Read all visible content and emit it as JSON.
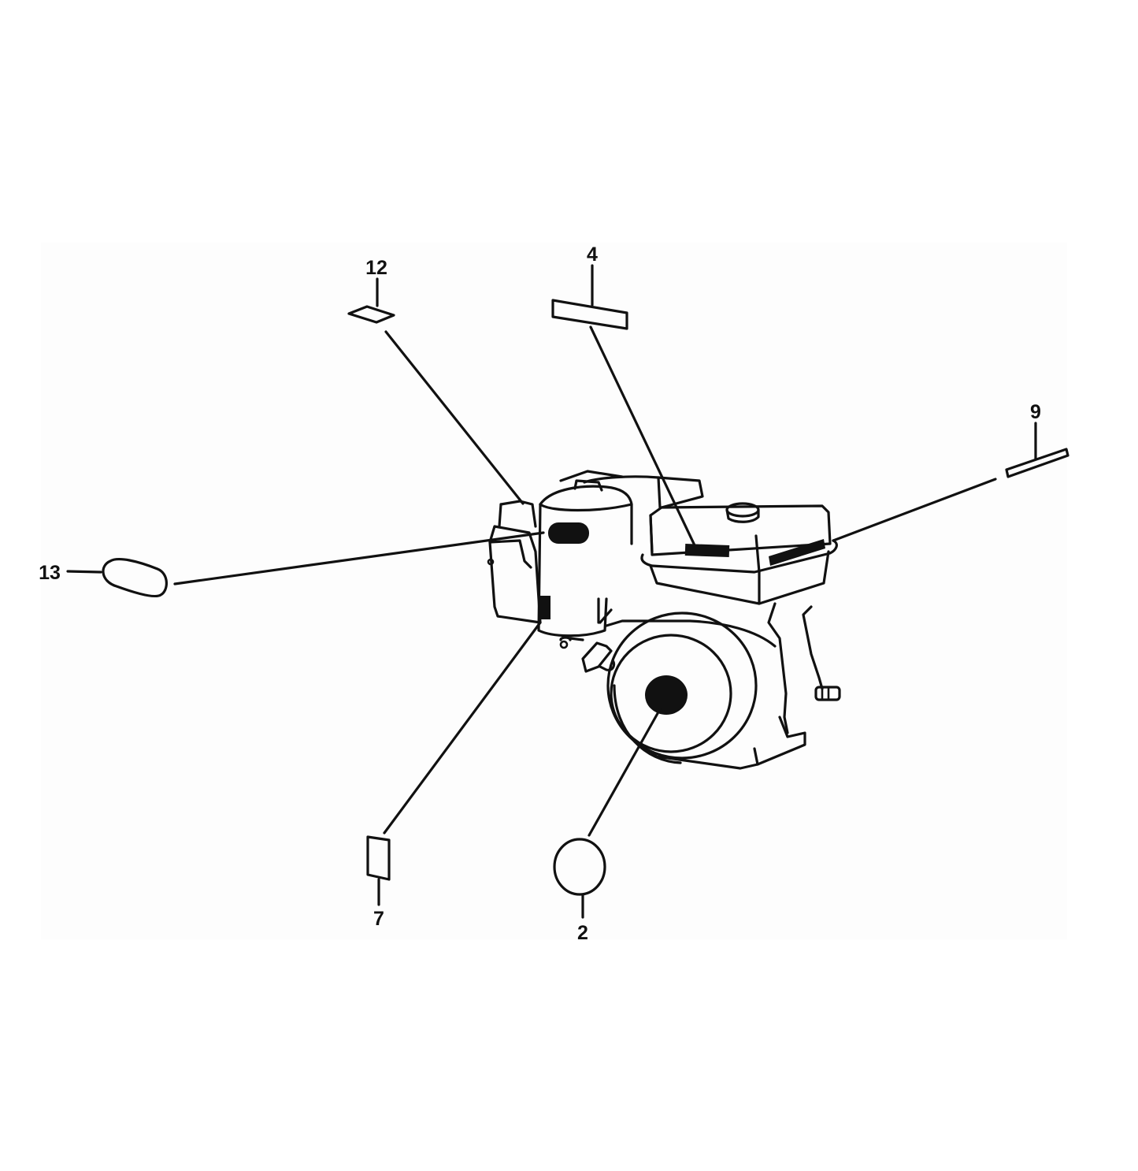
{
  "diagram": {
    "type": "exploded-parts-label-diagram",
    "subject": "engine",
    "callouts": [
      {
        "id": "2",
        "label": "2",
        "shape": "circle",
        "target": "recoil-starter-center-label"
      },
      {
        "id": "4",
        "label": "4",
        "shape": "rectangle",
        "target": "fuel-tank-front-label"
      },
      {
        "id": "7",
        "label": "7",
        "shape": "small-rectangle",
        "target": "lower-shroud-label"
      },
      {
        "id": "9",
        "label": "9",
        "shape": "thin-strip",
        "target": "fuel-tank-side-label"
      },
      {
        "id": "12",
        "label": "12",
        "shape": "diamond",
        "target": "air-cleaner-label"
      },
      {
        "id": "13",
        "label": "13",
        "shape": "rounded-oval",
        "target": "shroud-oval-label"
      }
    ],
    "colors": {
      "ink": "#111111",
      "background": "#ffffff",
      "panel": "#fdfdfd"
    }
  }
}
